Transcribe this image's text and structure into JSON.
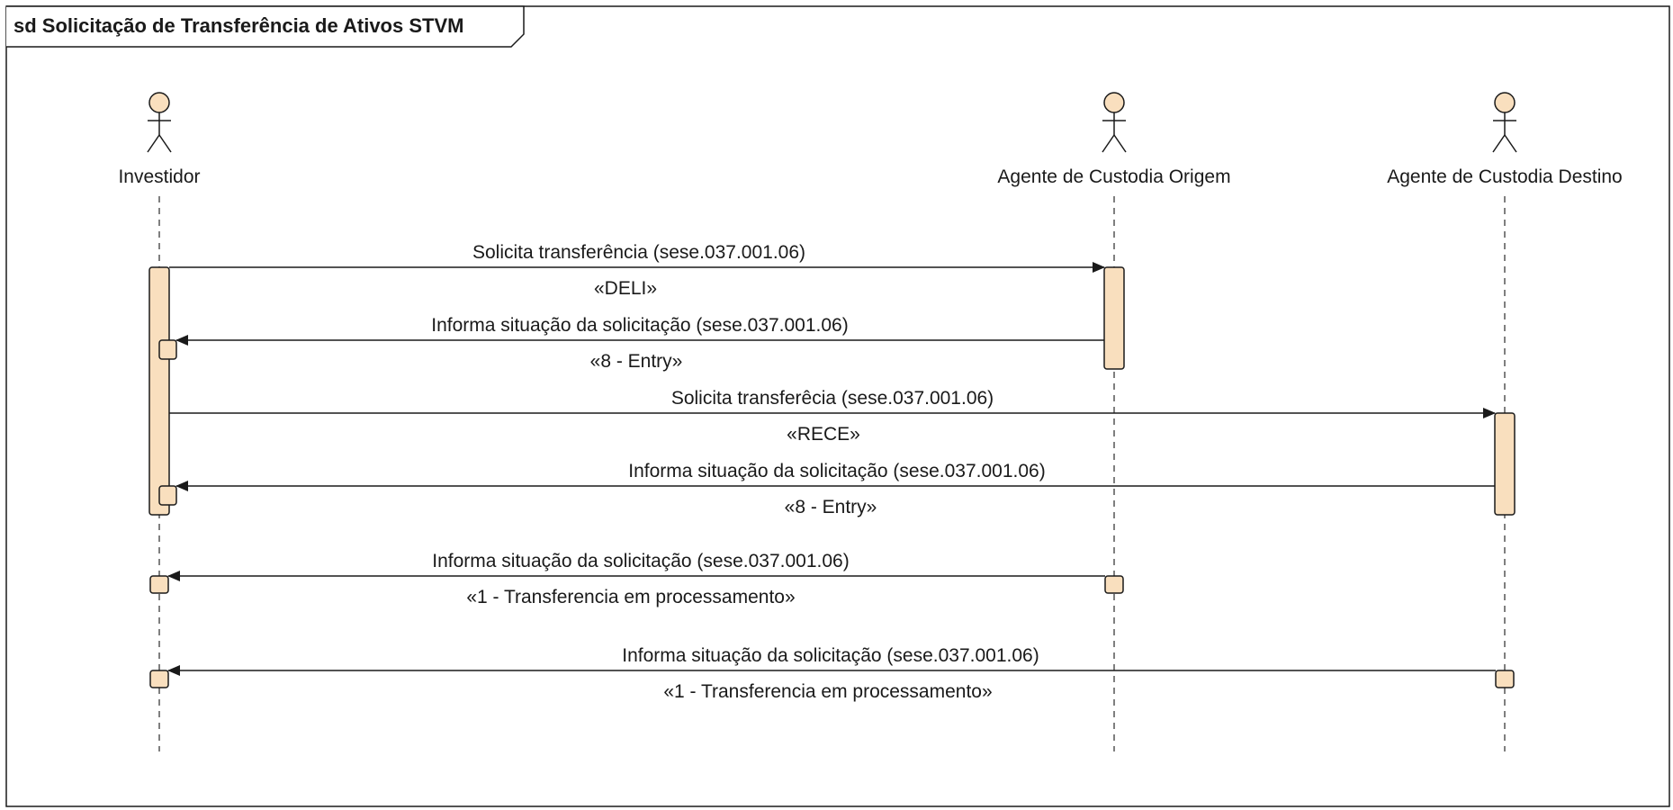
{
  "frame": {
    "title": "sd Solicitação de Transferência de Ativos STVM"
  },
  "colors": {
    "activation_fill": "#f9dfbe",
    "actor_head_fill": "#f9dfbe",
    "stroke": "#1a1a1a",
    "lifeline": "#555555",
    "background": "#ffffff"
  },
  "actors": [
    {
      "id": "investidor",
      "label": "Investidor",
      "icon": "actor-stick-figure-icon"
    },
    {
      "id": "origem",
      "label": "Agente de Custodia Origem",
      "icon": "actor-stick-figure-icon"
    },
    {
      "id": "destino",
      "label": "Agente de Custodia Destino",
      "icon": "actor-stick-figure-icon"
    }
  ],
  "messages": [
    {
      "from": "investidor",
      "to": "origem",
      "label": "Solicita transferência (sese.037.001.06)",
      "stereotype": "«DELI»"
    },
    {
      "from": "origem",
      "to": "investidor",
      "label": "Informa situação da solicitação (sese.037.001.06)",
      "stereotype": "«8 - Entry»"
    },
    {
      "from": "investidor",
      "to": "destino",
      "label": "Solicita transferêcia (sese.037.001.06)",
      "stereotype": "«RECE»"
    },
    {
      "from": "destino",
      "to": "investidor",
      "label": "Informa situação da solicitação (sese.037.001.06)",
      "stereotype": "«8 - Entry»"
    },
    {
      "from": "origem",
      "to": "investidor",
      "label": "Informa situação da solicitação (sese.037.001.06)",
      "stereotype": "«1 - Transferencia em processamento»"
    },
    {
      "from": "destino",
      "to": "investidor",
      "label": "Informa situação da solicitação (sese.037.001.06)",
      "stereotype": "«1 - Transferencia em processamento»"
    }
  ]
}
